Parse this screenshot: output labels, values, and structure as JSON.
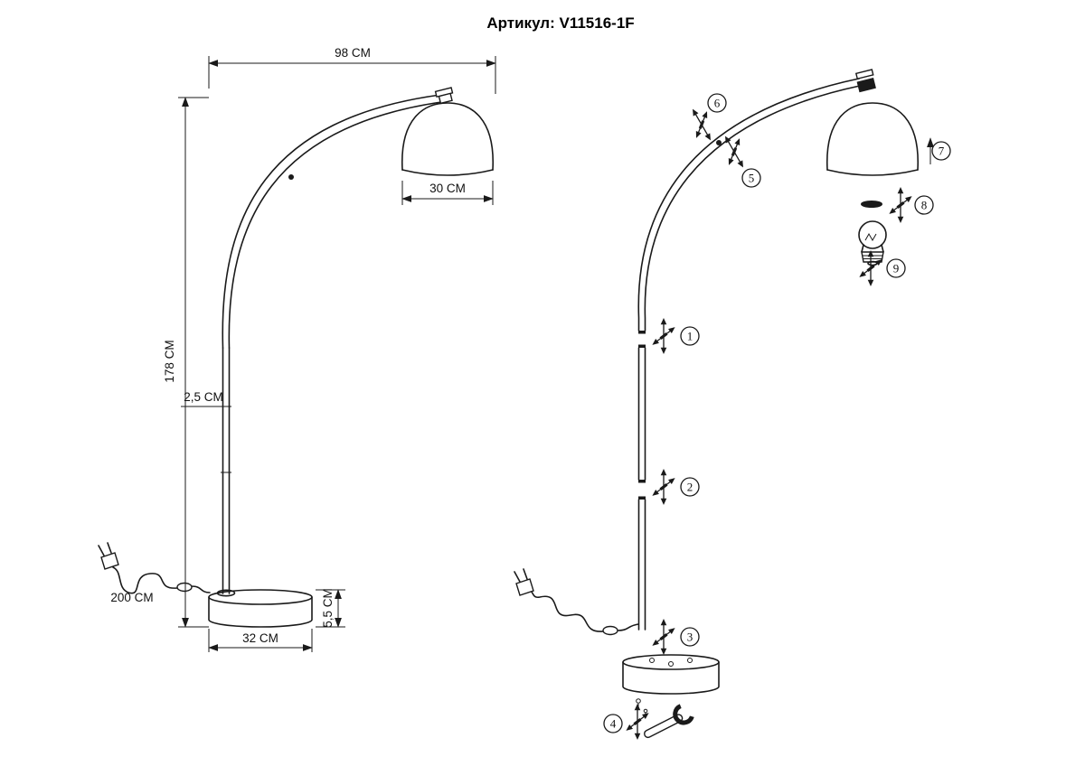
{
  "title": "Артикул: V11516-1F",
  "dimensions": {
    "arc_reach": "98 CM",
    "shade_diameter": "30 CM",
    "total_height": "178 CM",
    "pole_diameter": "2,5 CM",
    "cord_length": "200 CM",
    "base_diameter": "32 CM",
    "base_height": "5,5 CM"
  },
  "assembly": {
    "steps": [
      "1",
      "2",
      "3",
      "4",
      "5",
      "6",
      "7",
      "8",
      "9"
    ]
  }
}
